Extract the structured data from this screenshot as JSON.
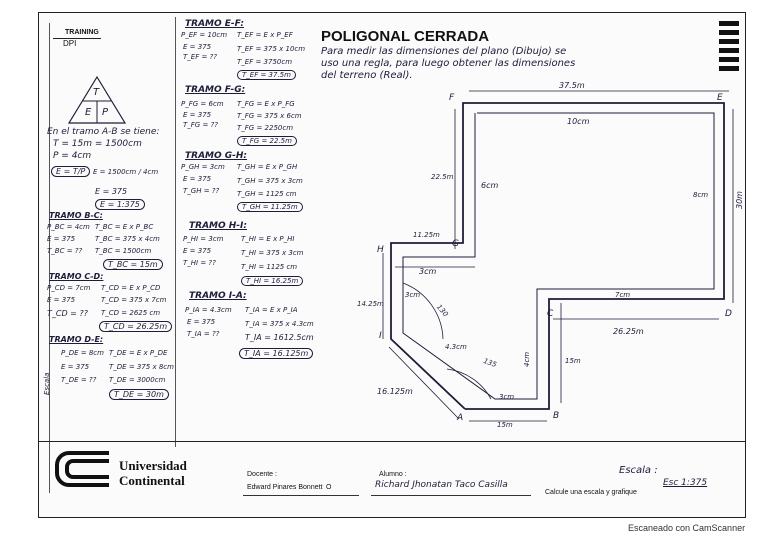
{
  "title_block": {
    "training": "TRAINING",
    "dpi": "DPI",
    "title": "POLIGONAL CERRADA",
    "description_1": "Para medir las dimensiones del plano (Dibujo) se",
    "description_2": "uso una regla, para luego obtener las dimensiones",
    "description_3": "del terreno (Real)."
  },
  "left_column": {
    "triangle_t": "T",
    "triangle_e": "E",
    "triangle_p": "P",
    "tramo_ab_intro": "En el tramo A-B se tiene:",
    "t_value": "T = 15m = 1500cm",
    "p_value": "P = 4cm",
    "formula": "E = T/P",
    "e_calc": "E = 1500cm / 4cm",
    "e_value": "E = 375",
    "e_scale": "E = 1:375",
    "tramo_bc_title": "TRAMO B-C:",
    "bc_p": "P_BC = 4cm",
    "bc_formula": "T_BC = E x P_BC",
    "bc_e": "E = 375",
    "bc_calc": "T_BC = 375 x 4cm",
    "bc_t_unknown": "T_BC = ??",
    "bc_cm": "T_BC = 1500cm",
    "bc_result": "T_BC = 15m",
    "tramo_cd_title": "TRAMO C-D:",
    "cd_p": "P_CD = 7cm",
    "cd_formula": "T_CD = E x P_CD",
    "cd_e": "E = 375",
    "cd_calc": "T_CD = 375 x 7cm",
    "cd_t_unknown": "T_CD = ??",
    "cd_cm": "T_CD = 2625 cm",
    "cd_result": "T_CD = 26.25m",
    "tramo_de_title": "TRAMO D-E:",
    "de_p": "P_DE = 8cm",
    "de_formula": "T_DE = E x P_DE",
    "de_e": "E = 375",
    "de_calc": "T_DE = 375 x 8cm",
    "de_t_unknown": "T_DE = ??",
    "de_cm": "T_DE = 3000cm",
    "de_result": "T_DE = 30m",
    "escala_side": "Escala"
  },
  "middle_column": {
    "ef_title": "TRAMO E-F:",
    "ef_p": "P_EF = 10cm",
    "ef_formula": "T_EF = E x P_EF",
    "ef_e": "E = 375",
    "ef_t_unknown": "T_EF = ??",
    "ef_calc": "T_EF = 375 x 10cm",
    "ef_cm": "T_EF = 3750cm",
    "ef_result": "T_EF = 37.5m",
    "fg_title": "TRAMO F-G:",
    "fg_p": "P_FG = 6cm",
    "fg_formula": "T_FG = E x P_FG",
    "fg_e": "E = 375",
    "fg_calc": "T_FG = 375 x 6cm",
    "fg_t_unknown": "T_FG = ??",
    "fg_cm": "T_FG = 2250cm",
    "fg_result": "T_FG = 22.5m",
    "gh_title": "TRAMO G-H:",
    "gh_p": "P_GH = 3cm",
    "gh_formula": "T_GH = E x P_GH",
    "gh_e": "E = 375",
    "gh_calc": "T_GH = 375 x 3cm",
    "gh_t_unknown": "T_GH = ??",
    "gh_cm": "T_GH = 1125 cm",
    "gh_result": "T_GH = 11.25m",
    "hi_title": "TRAMO H-I:",
    "hi_p": "P_HI = 3cm",
    "hi_formula": "T_HI = E x P_HI",
    "hi_e": "E = 375",
    "hi_calc": "T_HI = 375 x 3cm",
    "hi_t_unknown": "T_HI = ??",
    "hi_cm": "T_HI = 1125 cm",
    "hi_result": "T_HI = 16.25m",
    "ia_title": "TRAMO I-A:",
    "ia_p": "P_IA = 4.3cm",
    "ia_formula": "T_IA = E x P_IA",
    "ia_e": "E = 375",
    "ia_calc": "T_IA = 375 x 4.3cm",
    "ia_t_unknown": "T_IA = ??",
    "ia_cm": "T_IA = 1612.5cm",
    "ia_result": "T_IA = 16.125m"
  },
  "drawing": {
    "vertices": {
      "a": "A",
      "b": "B",
      "c": "C",
      "d": "D",
      "e": "E",
      "f": "F",
      "g": "G",
      "h": "H",
      "i": "I"
    },
    "dim_ef_real": "37.5m",
    "dim_ef_plan": "10cm",
    "dim_fg_real": "22.5m",
    "dim_fg_plan": "6cm",
    "dim_de_real": "30m",
    "dim_de_plan": "8cm",
    "dim_gh_real": "11.25m",
    "dim_gh_plan": "3cm",
    "dim_hi_real": "14.25m",
    "dim_hi_plan": "3cm",
    "dim_cd_plan": "7cm",
    "dim_cd_real": "26.25m",
    "dim_ia_plan": "4.3cm",
    "dim_ia_real": "16.125m",
    "angle_1": "130",
    "angle_2": "135",
    "dim_bc_plan": "4cm",
    "dim_bc_real": "15m",
    "dim_ab_plan": "3cm",
    "dim_ab_real": "15m"
  },
  "footer": {
    "university_line1": "Universidad",
    "university_line2": "Continental",
    "docente_label": "Docente :",
    "docente_name": "Edward Pinares Bonnett",
    "docente_mark": "O",
    "alumno_label": "Alumno :",
    "alumno_name": "Richard Jhonatan Taco Casilla",
    "task": "Calcule una escala y grafique",
    "escala_label": "Escala :",
    "escala_value": "Esc 1:375"
  },
  "scanner": "Escaneado con CamScanner"
}
